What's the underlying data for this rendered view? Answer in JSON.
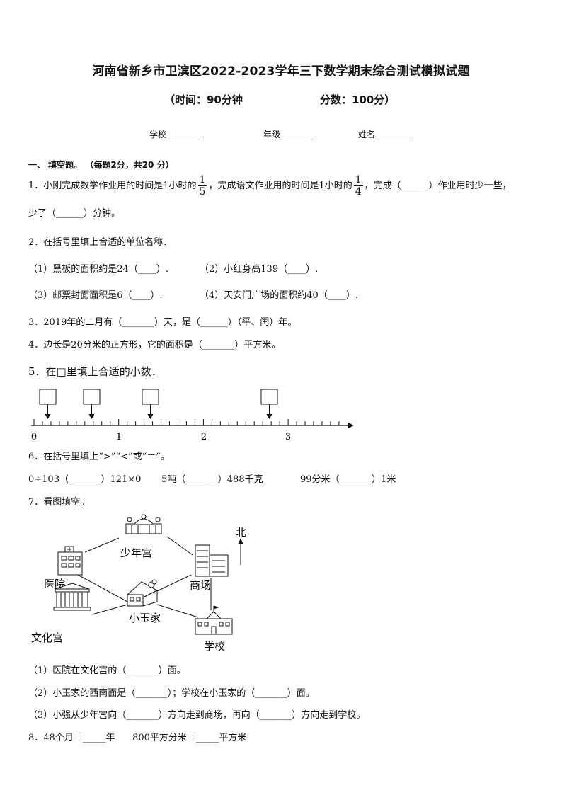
{
  "header": {
    "title": "河南省新乡市卫滨区2022-2023学年三下数学期末综合测试模拟试题",
    "time": "（时间：90分钟",
    "score": "分数：100分）",
    "school": "学校",
    "grade": "年级",
    "name": "姓名"
  },
  "section1": {
    "heading": "一、  填空题。 （每题2分，共20 分）"
  },
  "q1": {
    "part_a": "1．小刚完成数学作业用的时间是1小时的",
    "frac1": {
      "num": "1",
      "den": "5"
    },
    "part_b": "，完成语文作业用的时间是1小时的",
    "frac2": {
      "num": "1",
      "den": "4"
    },
    "part_c": "，完成（______）作业用时少一些，",
    "line2": "少了（______）分钟。"
  },
  "q2": {
    "stem": "2．在括号里填上合适的单位名称．",
    "i1": "（1）黑板的面积约是24（____）.",
    "i2": "（2）小红身高139（____）.",
    "i3": "（3）邮票封面面积是6（____）.",
    "i4": "（4）天安门广场的面积约40（____）."
  },
  "q3": {
    "text": "3．2019年的二月有（_______）天，是（______）（平、闰）年。"
  },
  "q4": {
    "text": "4．边长是20分米的正方形，它的面积是（_______）平方米。"
  },
  "q5": {
    "stem": "5．在□里填上合适的小数．",
    "ticks": [
      "0",
      "1",
      "2",
      "3"
    ]
  },
  "q6": {
    "stem": "6．在括号里填上“>”“<”或“＝”。",
    "c1": "0÷103（_______）121×0",
    "c2": "5吨（_______）488千克",
    "c3": "99分米（_______）1米"
  },
  "q7": {
    "stem": "7．看图填空。",
    "map": {
      "north": "北",
      "places": [
        "少年宫",
        "医院",
        "商场",
        "小玉家",
        "文化宫",
        "学校"
      ]
    },
    "s1": "（1）医院在文化宫的（_______）面。",
    "s2": "（2）小玉家的西南面是（_______）；学校在小玉家的（_______）面。",
    "s3": "（3）小强从少年宫向（_______）方向走到商场，再向（_______）方向走到学校。"
  },
  "q8": {
    "text": "8．48个月＝_____年      800平方分米＝_____平方米"
  }
}
